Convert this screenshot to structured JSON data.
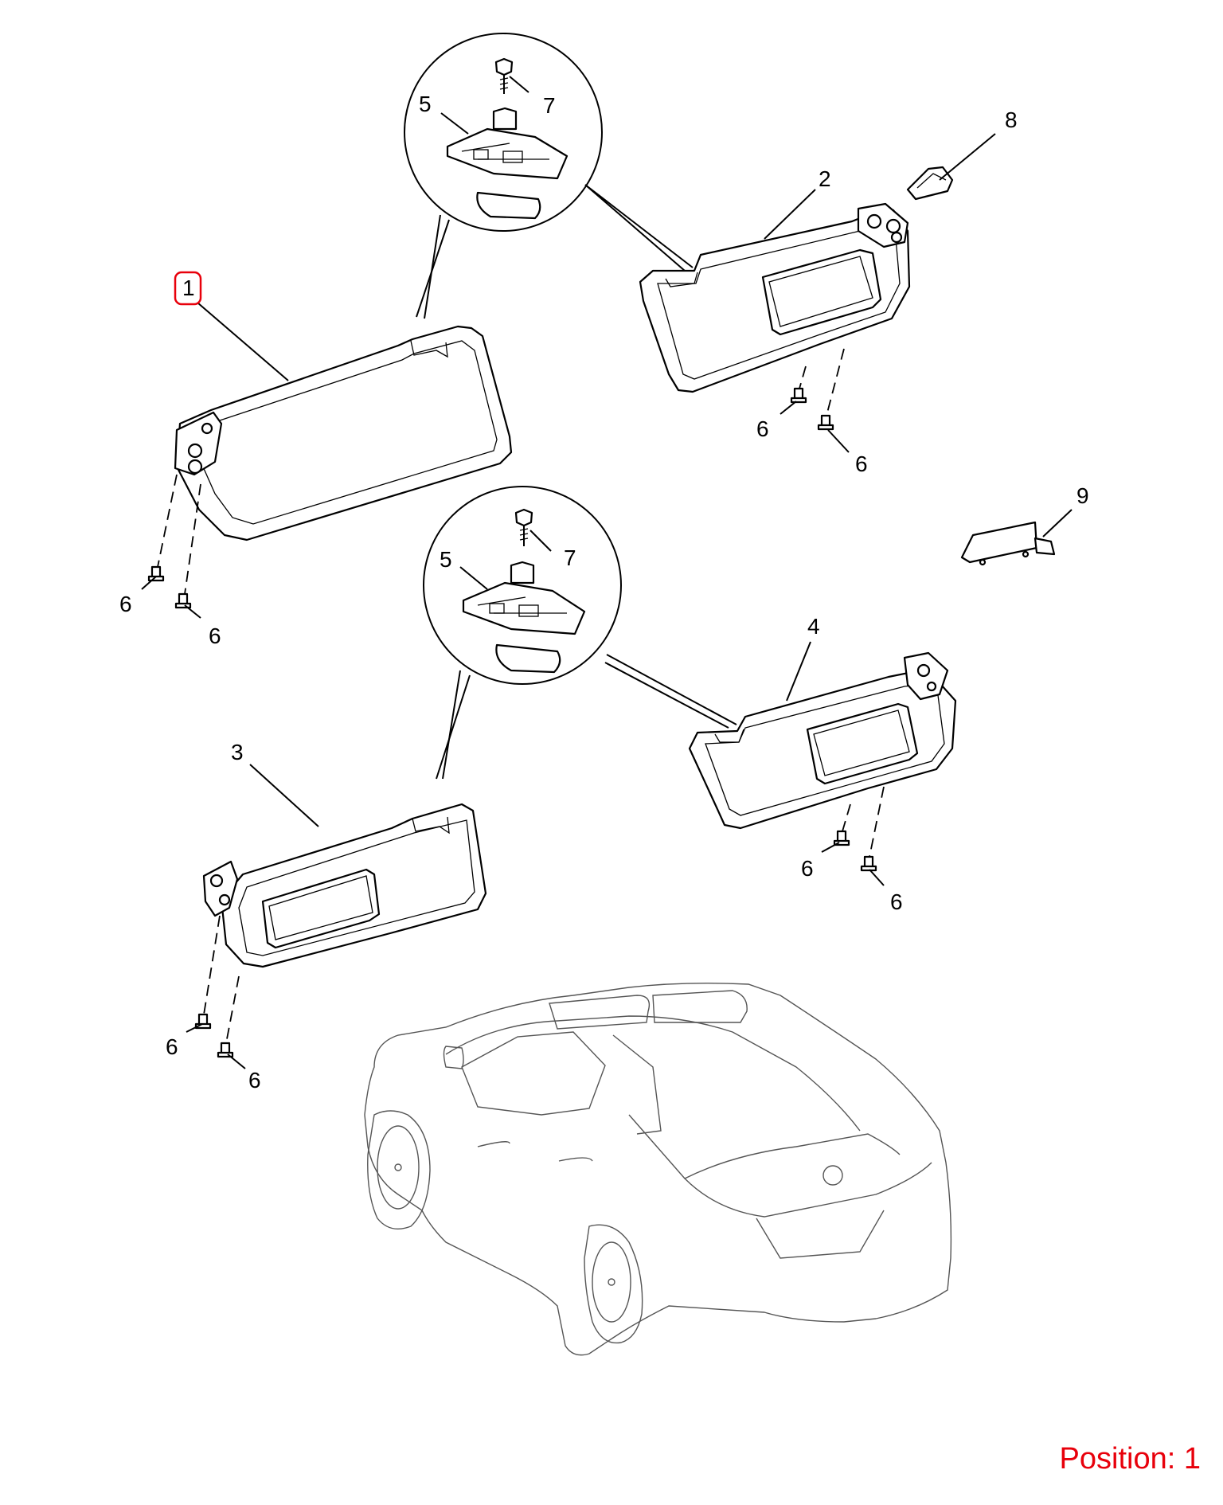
{
  "callouts": {
    "c1": "1",
    "c2": "2",
    "c3": "3",
    "c4": "4",
    "c5a": "5",
    "c5b": "5",
    "c6": "6",
    "c7a": "7",
    "c7b": "7",
    "c8": "8",
    "c9": "9"
  },
  "position_label": "Position: 1",
  "colors": {
    "highlight": "#e8000b",
    "position_text": "#e8000b"
  }
}
